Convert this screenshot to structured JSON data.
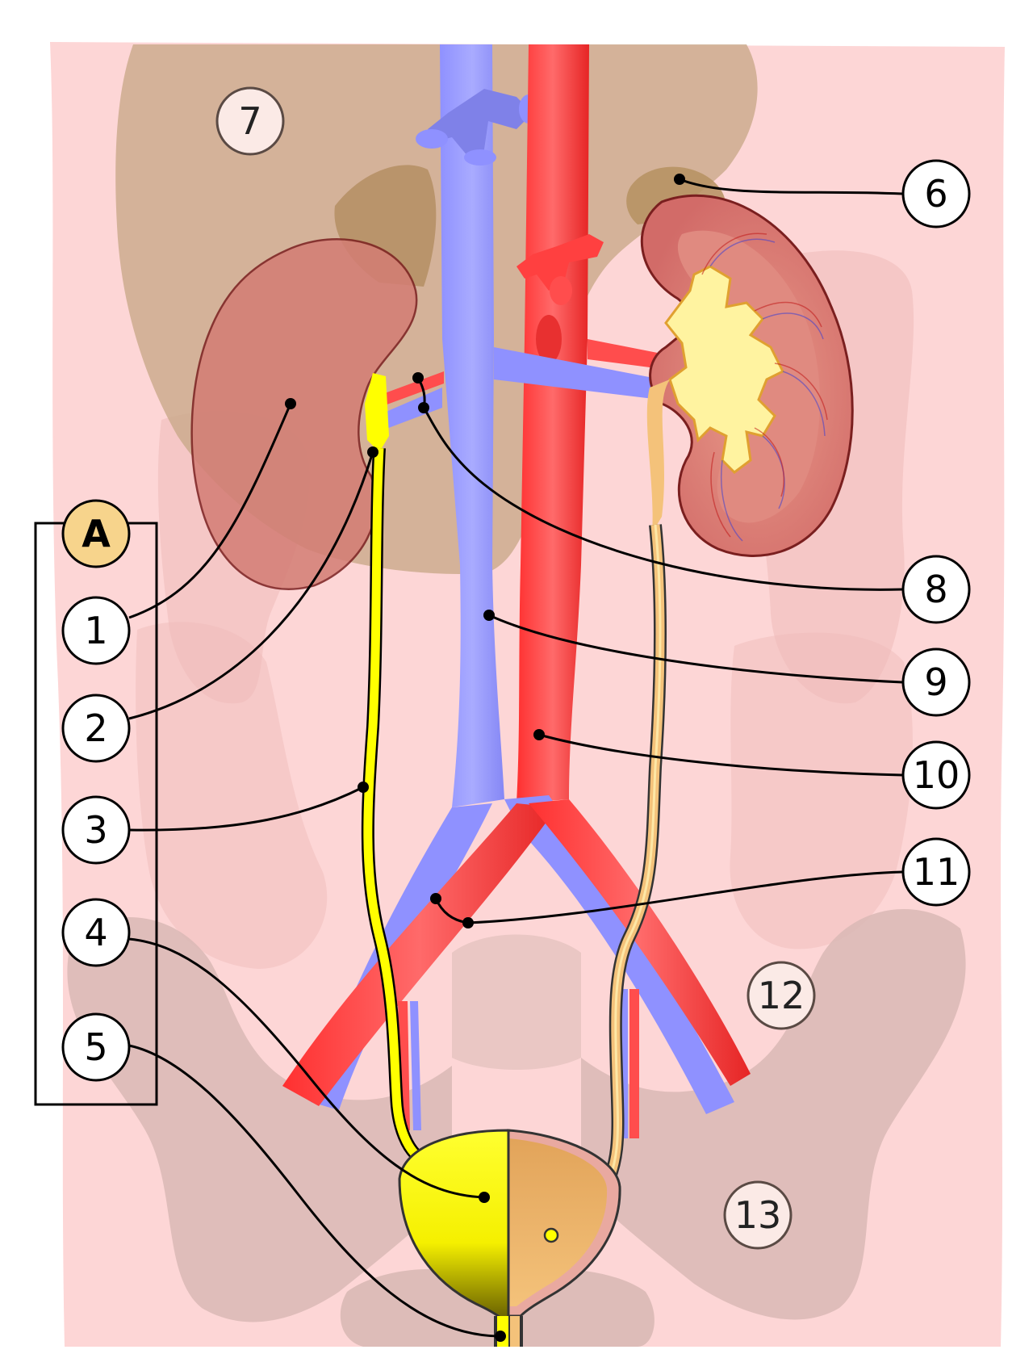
{
  "diagram": {
    "group_marker": "A",
    "labels": {
      "n1": "1",
      "n2": "2",
      "n3": "3",
      "n4": "4",
      "n5": "5",
      "n6": "6",
      "n7": "7",
      "n8": "8",
      "n9": "9",
      "n10": "10",
      "n11": "11",
      "n12": "12",
      "n13": "13"
    },
    "colors": {
      "background": "#ffffff",
      "body": "#fdd6d6",
      "liver": "#c9a98a",
      "vein": "#9b9dff",
      "artery": "#ff4d4d",
      "urine": "#ffff00",
      "kidney": "#d9817a",
      "bone": "#d9b9b5"
    }
  }
}
